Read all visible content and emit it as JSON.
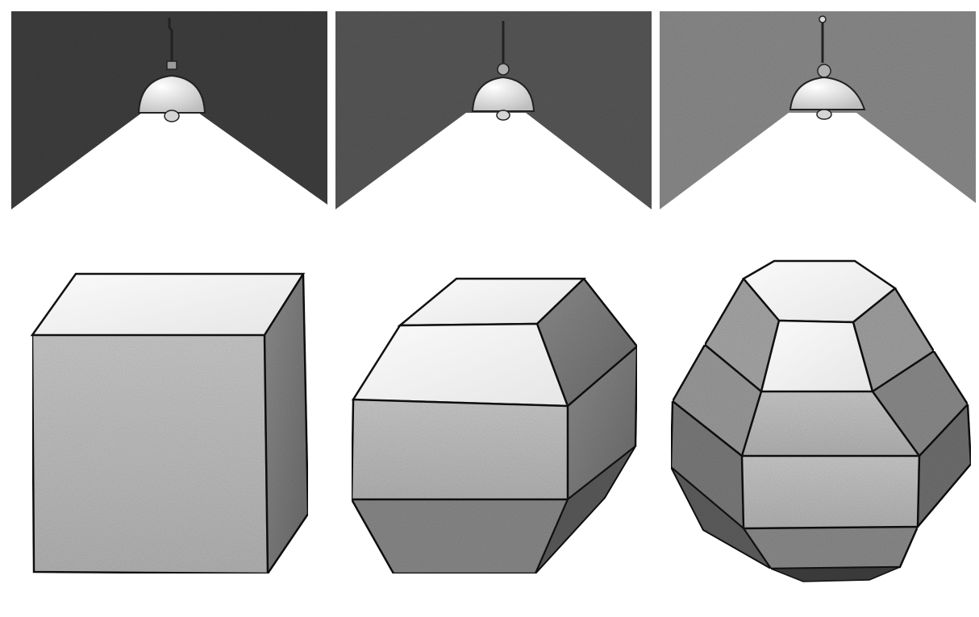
{
  "illustration": {
    "lamp_panels": [
      {
        "name": "lamp-panel-1",
        "wall_color": "#3e3e3e"
      },
      {
        "name": "lamp-panel-2",
        "wall_color": "#575757"
      },
      {
        "name": "lamp-panel-3",
        "wall_color": "#8a8a8a"
      }
    ],
    "solids": [
      {
        "name": "cube-solid",
        "shape": "cube"
      },
      {
        "name": "truncated-solid",
        "shape": "octagonal prism"
      },
      {
        "name": "faceted-solid",
        "shape": "faceted sphere"
      }
    ],
    "colors": {
      "light": "#ffffff",
      "outline": "#111111",
      "shade_light": "#e0e0e0",
      "shade_mid": "#b5b5b5",
      "shade_dark": "#7a7a7a"
    }
  }
}
